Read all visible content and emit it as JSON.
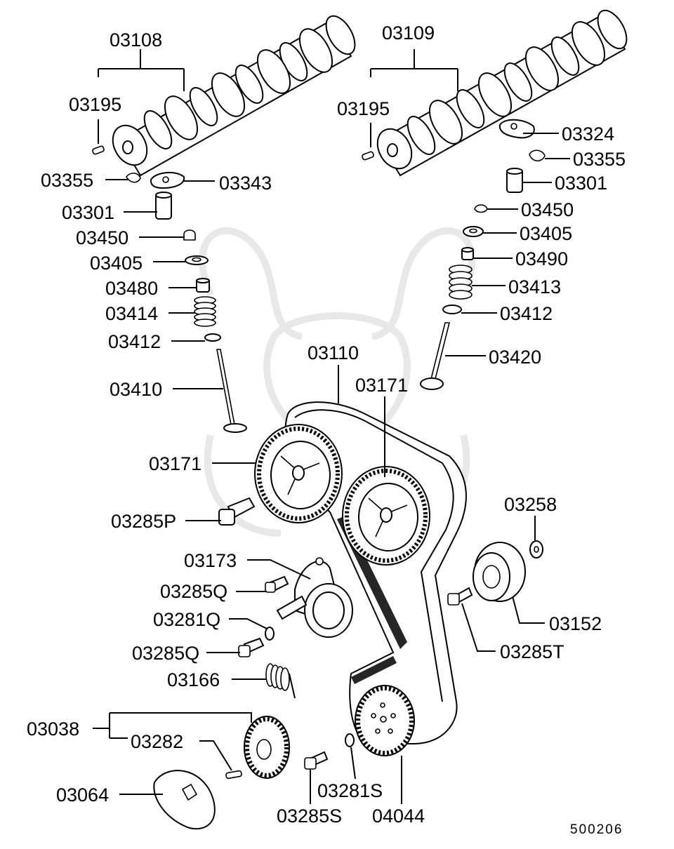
{
  "diagram": {
    "drawing_code": "500206",
    "labels": {
      "p03108": "03108",
      "p03195_left": "03195",
      "p03355_left": "03355",
      "p03343": "03343",
      "p03301_left": "03301",
      "p03450_left": "03450",
      "p03405_left": "03405",
      "p03480": "03480",
      "p03414": "03414",
      "p03412_left": "03412",
      "p03410": "03410",
      "p03109": "03109",
      "p03195_right": "03195",
      "p03324": "03324",
      "p03355_right": "03355",
      "p03301_right": "03301",
      "p03450_right": "03450",
      "p03405_right": "03405",
      "p03490": "03490",
      "p03413": "03413",
      "p03412_right": "03412",
      "p03420": "03420",
      "p03110": "03110",
      "p03171_right": "03171",
      "p03171_left": "03171",
      "p03285P": "03285P",
      "p03258": "03258",
      "p03173": "03173",
      "p03285Q_a": "03285Q",
      "p03281Q": "03281Q",
      "p03285Q_b": "03285Q",
      "p03152": "03152",
      "p03285T": "03285T",
      "p03166": "03166",
      "p03038": "03038",
      "p03282": "03282",
      "p03064": "03064",
      "p03281S": "03281S",
      "p03285S": "03285S",
      "p04044": "04044"
    }
  }
}
